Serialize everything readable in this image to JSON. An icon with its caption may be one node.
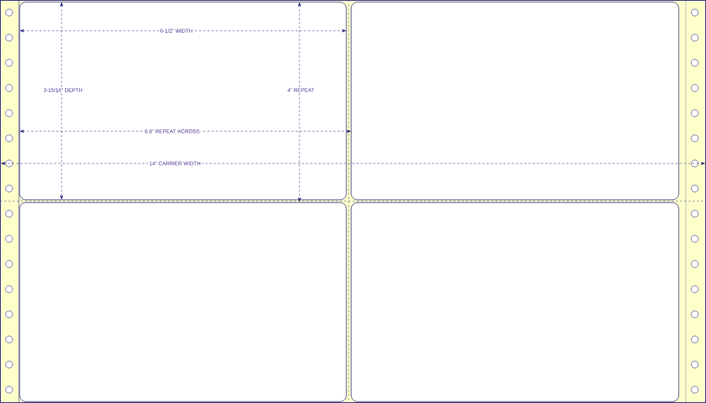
{
  "diagram": {
    "nodes": [
      {
        "text": [],
        "shape": "box"
      },
      {
        "text": [],
        "shape": "box"
      },
      {
        "text": [],
        "shape": "box"
      },
      {
        "text": [],
        "shape": "box"
      }
    ],
    "labels": [
      "6-1/2\" WIDTH",
      "3-15/16\" DEPTH",
      "4\" REPEAT",
      "6.6\" REPEAT ACROSS",
      "14\" CARRIER WIDTH"
    ]
  }
}
